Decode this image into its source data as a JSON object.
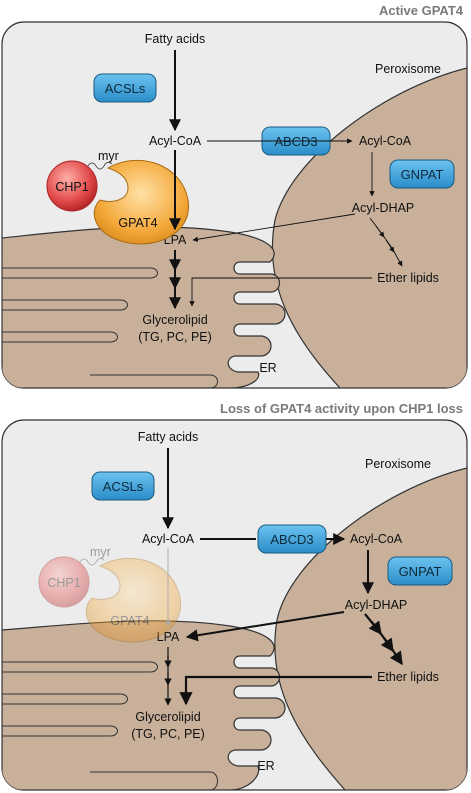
{
  "panels": [
    {
      "title": "Active GPAT4",
      "labels": {
        "fatty_acids": "Fatty acids",
        "acsls": "ACSLs",
        "acyl_coa": "Acyl-CoA",
        "abcd3": "ABCD3",
        "perox_acyl_coa": "Acyl-CoA",
        "peroxisome": "Peroxisome",
        "gnpat": "GNPAT",
        "acyl_dhap": "Acyl-DHAP",
        "myr": "myr",
        "chp1": "CHP1",
        "gpat4": "GPAT4",
        "lpa": "LPA",
        "ether_lipids": "Ether lipids",
        "glycerolipid": "Glycerolipid",
        "glycerolipid_sub": "(TG, PC, PE)",
        "er": "ER"
      }
    },
    {
      "title": "Loss of GPAT4 activity upon CHP1 loss",
      "labels": {
        "fatty_acids": "Fatty acids",
        "acsls": "ACSLs",
        "acyl_coa": "Acyl-CoA",
        "abcd3": "ABCD3",
        "perox_acyl_coa": "Acyl-CoA",
        "peroxisome": "Peroxisome",
        "gnpat": "GNPAT",
        "acyl_dhap": "Acyl-DHAP",
        "myr": "myr",
        "chp1": "CHP1",
        "gpat4": "GPAT4",
        "lpa": "LPA",
        "ether_lipids": "Ether lipids",
        "glycerolipid": "Glycerolipid",
        "glycerolipid_sub": "(TG, PC, PE)",
        "er": "ER"
      }
    }
  ],
  "colors": {
    "panel_bg": "#ececec",
    "peroxisome_fill": "#c8b09a",
    "er_fill": "#c8b09a",
    "protein_button": "#3aa0d8",
    "chp1": "#e24a4a",
    "gpat4": "#f4a83a"
  }
}
